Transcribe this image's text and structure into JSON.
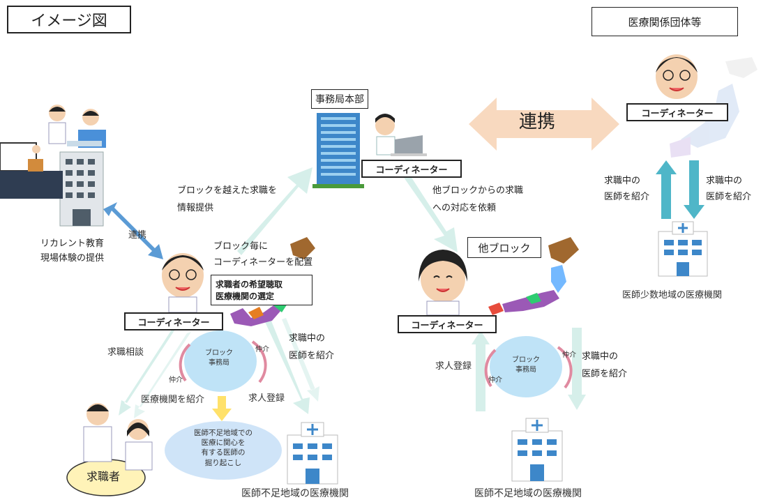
{
  "title_label": "イメージ図",
  "org_label": "医療関係団体等",
  "headquarters": {
    "label": "事務局本部",
    "coordinator": "コーディネーター"
  },
  "renkei_big": "連携",
  "renkei_small": "連携",
  "org_coordinator": "コーディネーター",
  "retraining": {
    "line1": "リカレント教育",
    "line2": "現場体験の提供"
  },
  "cross_block": {
    "line1": "ブロックを越えた求職を",
    "line2": "情報提供"
  },
  "other_block_request": {
    "line1": "他ブロックからの求職",
    "line2": "への対応を依頼"
  },
  "assign": {
    "line1": "ブロック毎に",
    "line2": "コーディネーターを配置"
  },
  "left_block": {
    "coordinator": "コーディネーター",
    "callout_line1": "求職者の希望聴取",
    "callout_line2": "医療機関の選定",
    "circle_line1": "ブロック",
    "circle_line2": "事務局",
    "consult": "求職相談",
    "introduce_med": "医療機関を紹介",
    "mediate1": "仲介",
    "mediate2": "仲介",
    "recruit": "求人登録",
    "intro_docs_line1": "求職中の",
    "intro_docs_line2": "医師を紹介",
    "discover_line1": "医師不足地域での",
    "discover_line2": "医療に関心を",
    "discover_line3": "有する医師の",
    "discover_line4": "掘り起こし",
    "seeker": "求職者",
    "hospital": "医師不足地域の医療機関"
  },
  "right_block": {
    "label": "他ブロック",
    "coordinator": "コーディネーター",
    "circle_line1": "ブロック",
    "circle_line2": "事務局",
    "recruit": "求人登録",
    "mediate1": "仲介",
    "mediate2": "仲介",
    "intro_docs_line1": "求職中の",
    "intro_docs_line2": "医師を紹介",
    "hospital": "医師不足地域の医療機関"
  },
  "far_right": {
    "up_line1": "求職中の",
    "up_line2": "医師を紹介",
    "down_line1": "求職中の",
    "down_line2": "医師を紹介",
    "hospital": "医師少数地域の医療機関"
  },
  "colors": {
    "teal_arrow": "#cdeae6",
    "orange_arrow": "#f8d9bf",
    "blue_arrow": "#5b9bd5",
    "circle_fill": "#bfe3f7",
    "yellow_arrow": "#ffe16a",
    "oval_fill": "#cfe4f8",
    "seeker_fill": "#fff3b8",
    "building_blue": "#3d87c9",
    "arrow_teal_strong": "#4fb6c8"
  }
}
